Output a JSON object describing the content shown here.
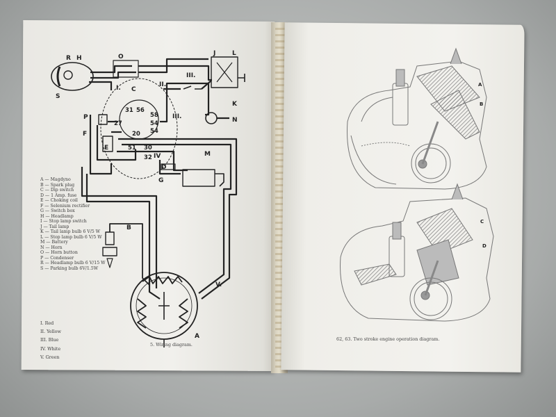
{
  "left_page": {
    "figure_labels": {
      "R": "R",
      "H": "H",
      "O": "O",
      "J": "J",
      "L": "L",
      "S": "S",
      "C": "C",
      "I": "I.",
      "II": "II.",
      "III": "III.",
      "K": "K",
      "N": "N",
      "P": "P",
      "E": "E",
      "F": "F",
      "D": "D",
      "M": "M",
      "G": "G",
      "B": "B",
      "A": "A",
      "V": "V.",
      "IV": "IV",
      "terminals": [
        "31",
        "56",
        "58",
        "54",
        "54",
        "27",
        "20",
        "51",
        "30",
        "32"
      ]
    },
    "legend": [
      "A — Magdyno",
      "B — Spark plug",
      "C — Dip switch",
      "D — 1 Amp. fuse",
      "E — Choking coil",
      "F — Selenium rectifier",
      "G — Switch box",
      "H — Headlamp",
      "I — Stop lamp switch",
      "J — Tail lamp",
      "K — Tail lamp bulb 6 V/5 W",
      "L — Stop lamp bulb 6 V/5 W",
      "M — Battery",
      "N — Horn",
      "O — Horn button",
      "P — Condenser",
      "R — Headlamp bulb 6 V/15 W",
      "S — Parking bulb 6V/1.5W"
    ],
    "wire_colors": [
      "I. Red",
      "II. Yellow",
      "III. Blue",
      "IV. White",
      "V. Green"
    ],
    "caption": "5. Wiring diagram."
  },
  "right_page": {
    "figure_labels": {
      "A": "A",
      "B": "B",
      "C": "C",
      "D": "D"
    },
    "caption": "62, 63. Two stroke engine operation diagram."
  },
  "colors": {
    "paper": "#ecebe6",
    "ink": "#222222",
    "background": "#a9acab",
    "engine_hatch": "#8a8a8a"
  }
}
